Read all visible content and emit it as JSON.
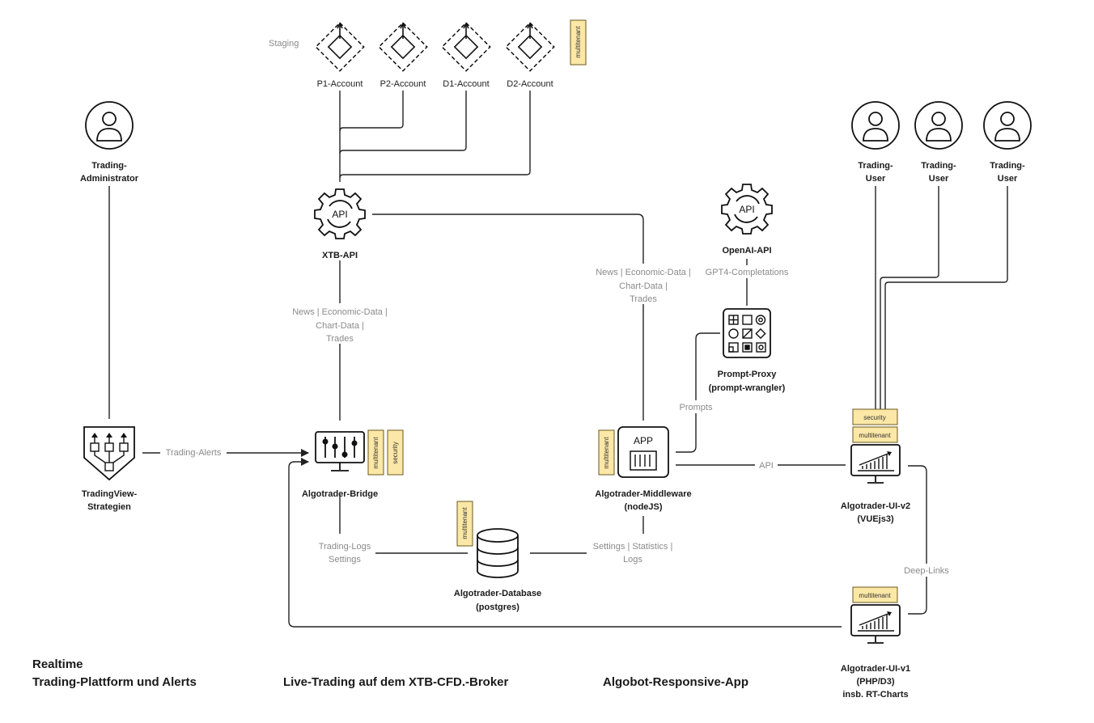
{
  "staging": {
    "label": "Staging",
    "accounts": [
      "P1-Account",
      "P2-Account",
      "D1-Account",
      "D2-Account"
    ],
    "tag": "multitenant"
  },
  "nodes": {
    "trading_admin": [
      "Trading-",
      "Administrator"
    ],
    "trading_users": [
      [
        "Trading-",
        "User"
      ],
      [
        "Trading-",
        "User"
      ],
      [
        "Trading-",
        "User"
      ]
    ],
    "xtb_api": [
      "XTB-API"
    ],
    "openai_api": [
      "OpenAI-API"
    ],
    "prompt_proxy": [
      "Prompt-Proxy",
      "(prompt-wrangler)"
    ],
    "tradingview": [
      "TradingView-",
      "Strategien"
    ],
    "bridge": [
      "Algotrader-Bridge"
    ],
    "middleware": [
      "Algotrader-Middleware",
      "(nodeJS)"
    ],
    "ui_v2": [
      "Algotrader-UI-v2",
      "(VUEjs3)"
    ],
    "database": [
      "Algotrader-Database",
      "(postgres)"
    ],
    "ui_v1": [
      "Algotrader-UI-v1",
      "(PHP/D3)",
      "insb. RT-Charts"
    ]
  },
  "icons": {
    "api_gear_text": "API",
    "app_text": "APP"
  },
  "tags": {
    "multitenant": "multitenant",
    "security": "security"
  },
  "edges": {
    "xtb_bridge": [
      "News | Economic-Data |",
      "Chart-Data |",
      "Trades"
    ],
    "xtb_middleware": [
      "News | Economic-Data |",
      "Chart-Data |",
      "Trades"
    ],
    "openai_proxy": [
      "GPT4-Completations"
    ],
    "proxy_middleware": [
      "Prompts"
    ],
    "tv_bridge": [
      "Trading-Alerts"
    ],
    "middleware_ui": [
      "API"
    ],
    "bridge_db": [
      "Trading-Logs",
      "Settings"
    ],
    "middleware_db": [
      "Settings | Statistics |",
      "Logs"
    ],
    "ui_deeplinks": [
      "Deep-Links"
    ]
  },
  "sections": {
    "realtime": [
      "Realtime",
      "Trading-Plattform und Alerts"
    ],
    "live": [
      "Live-Trading auf dem XTB-CFD.-Broker"
    ],
    "app": [
      "Algobot-Responsive-App"
    ]
  },
  "colors": {
    "tag_fill": "#fbe7a6",
    "tag_stroke": "#6b5a1e",
    "line": "#222222",
    "muted_text": "#8a8a8a"
  }
}
